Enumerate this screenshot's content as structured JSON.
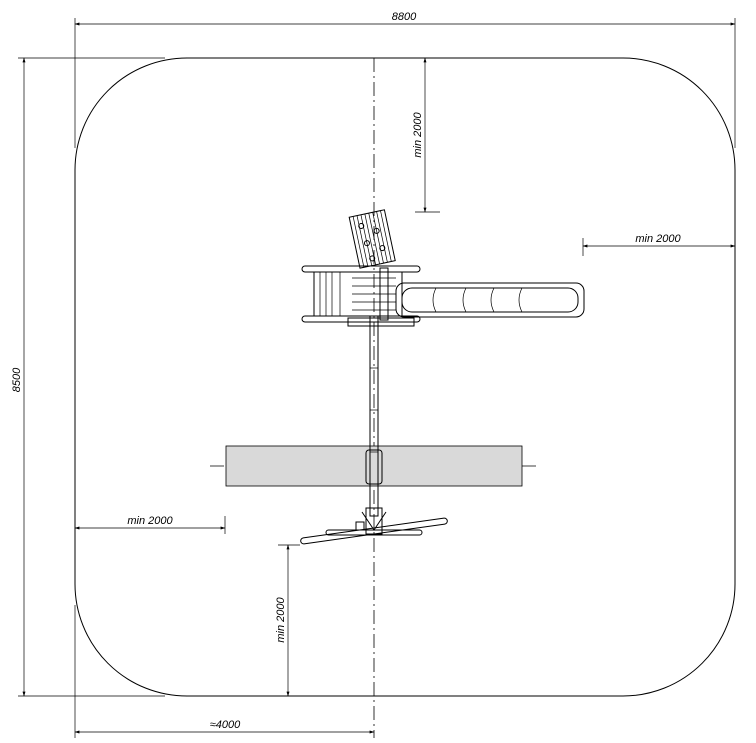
{
  "dimensions": {
    "overall_width": "8800",
    "overall_depth": "8500",
    "clearance_top": "min 2000",
    "clearance_right": "min 2000",
    "clearance_left": "min 2000",
    "clearance_bottom": "min 2000",
    "offset_bottom": "≈4000"
  }
}
